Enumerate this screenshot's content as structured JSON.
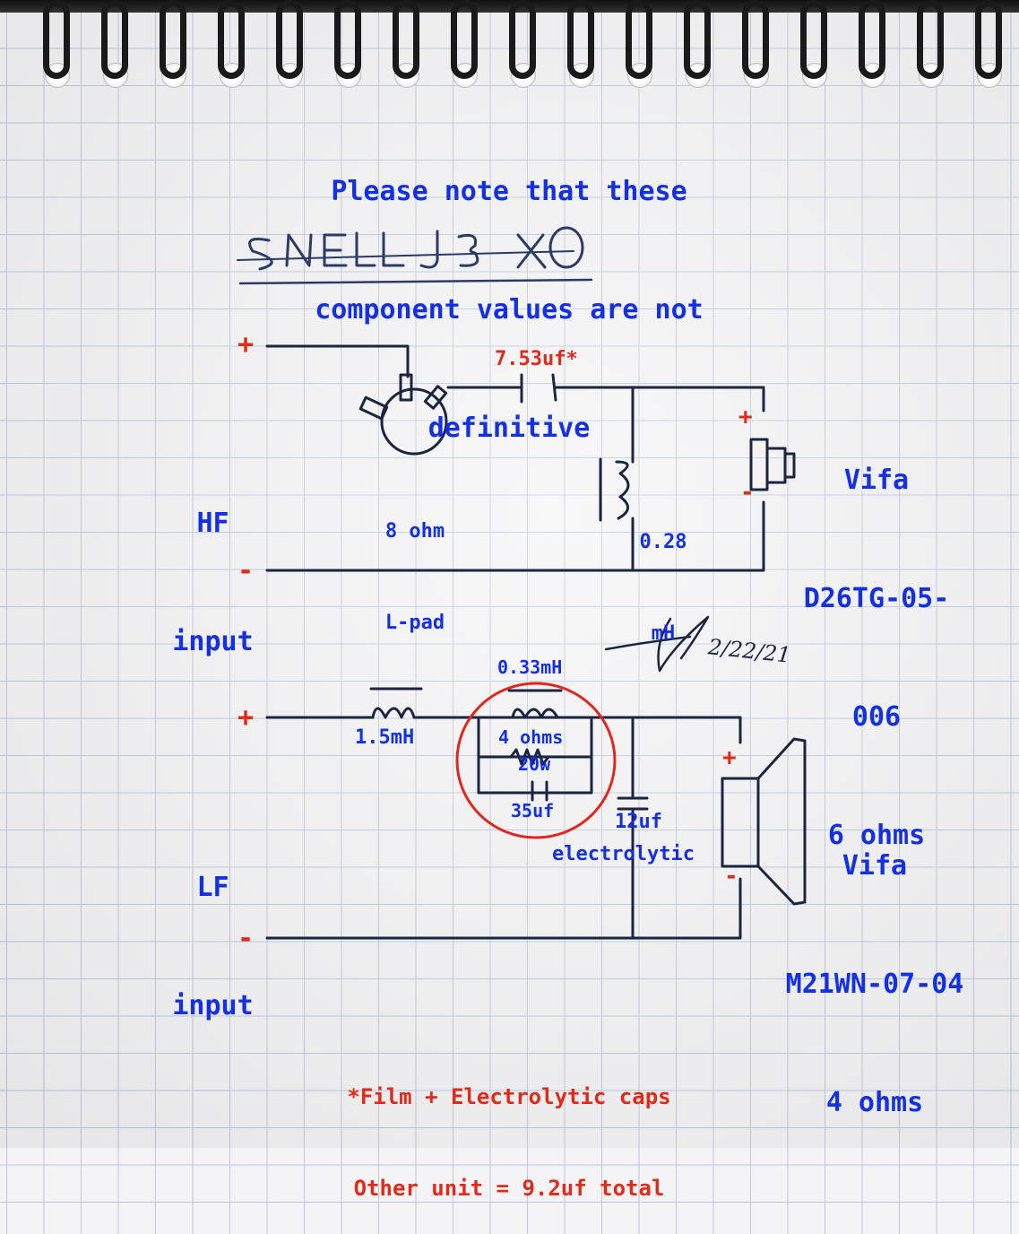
{
  "note": {
    "line1": "Please note that these",
    "line2": "component values are not",
    "line3": "definitive"
  },
  "title_handwritten": "SNELL J3 XO",
  "hf": {
    "input_label_line1": "HF",
    "input_label_line2": "input",
    "plus": "+",
    "minus": "-",
    "capacitor": "7.53uf*",
    "lpad_line1": "8 ohm",
    "lpad_line2": "L-pad",
    "inductor_line1": "0.28",
    "inductor_line2": "mH",
    "driver_plus": "+",
    "driver_minus": "-",
    "driver_line1": "Vifa",
    "driver_line2": "D26TG-05-",
    "driver_line3": "006",
    "driver_line4": "6 ohms"
  },
  "lf": {
    "input_label_line1": "LF",
    "input_label_line2": "input",
    "plus": "+",
    "minus": "-",
    "inductor": "1.5mH",
    "notch_inductor": "0.33mH",
    "notch_resistor_line1": "4 ohms",
    "notch_resistor_line2": "20w",
    "notch_capacitor": "35uf",
    "shunt_cap_line1": "12uf",
    "shunt_cap_line2": "electrolytic",
    "driver_plus": "+",
    "driver_minus": "-",
    "driver_line1": "Vifa",
    "driver_line2": "M21WN-07-04",
    "driver_line3": "4 ohms"
  },
  "signature_date": "2/22/21",
  "footnote": {
    "line1": "*Film + Electrolytic caps",
    "line2": "Other unit = 9.2uf total"
  },
  "colors": {
    "label_blue": "#1530e0",
    "label_red": "#e02a1a",
    "ink": "#1c2540",
    "grid": "#b9c6dc"
  }
}
